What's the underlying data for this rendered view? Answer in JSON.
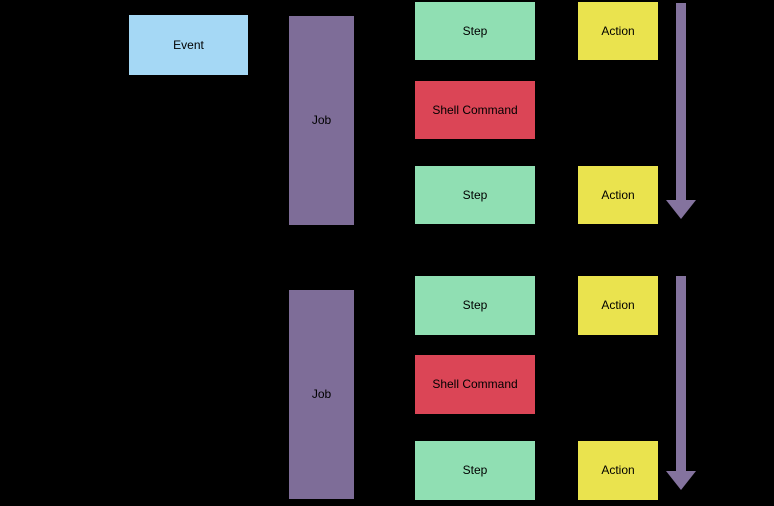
{
  "diagram": {
    "background": "#000000",
    "colors": {
      "event_fill": "#A5D8F5",
      "job_fill": "#7E6D98",
      "step_fill": "#90DFB3",
      "shell_command_fill": "#DB4556",
      "action_fill": "#EAE34E",
      "arrow": "#84739E",
      "text": "#000000"
    },
    "nodes": {
      "event": {
        "label": "Event"
      },
      "job1": {
        "label": "Job"
      },
      "job2": {
        "label": "Job"
      },
      "step1": {
        "label": "Step"
      },
      "shell1": {
        "label": "Shell Command"
      },
      "step2": {
        "label": "Step"
      },
      "step3": {
        "label": "Step"
      },
      "shell2": {
        "label": "Shell Command"
      },
      "step4": {
        "label": "Step"
      },
      "action1": {
        "label": "Action"
      },
      "action2": {
        "label": "Action"
      },
      "action3": {
        "label": "Action"
      },
      "action4": {
        "label": "Action"
      }
    },
    "arrows": [
      {
        "name": "sequence-arrow-top",
        "direction": "down"
      },
      {
        "name": "sequence-arrow-bottom",
        "direction": "down"
      }
    ]
  }
}
